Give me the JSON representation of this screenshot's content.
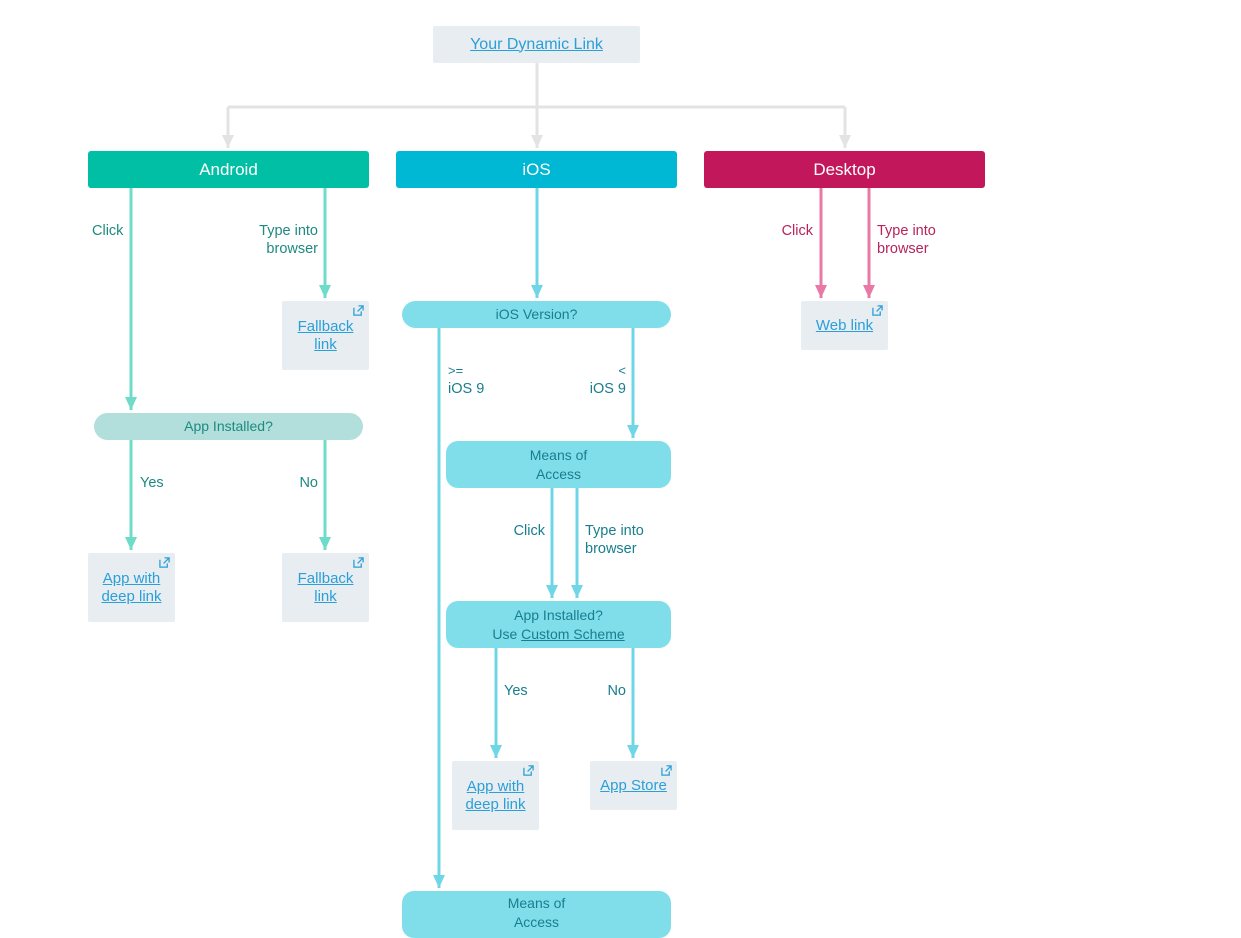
{
  "root": {
    "label": "Your Dynamic Link"
  },
  "platforms": {
    "android": {
      "label": "Android",
      "color": "#00bfa5"
    },
    "ios": {
      "label": "iOS",
      "color": "#00b7d4"
    },
    "desktop": {
      "label": "Desktop",
      "color": "#c2185b"
    }
  },
  "android": {
    "edge_click": "Click",
    "edge_type_1": "Type into",
    "edge_type_2": "browser",
    "fallback_1": "Fallback",
    "fallback_2": "link",
    "app_installed": "App Installed?",
    "edge_yes": "Yes",
    "edge_no": "No",
    "app_deep_1": "App with",
    "app_deep_2": "deep link",
    "fallback_b_1": "Fallback",
    "fallback_b_2": "link"
  },
  "ios": {
    "version": "iOS Version?",
    "ge_1": ">=",
    "ge_2": "iOS 9",
    "lt_1": "<",
    "lt_2": "iOS 9",
    "means_1": "Means of",
    "means_2": "Access",
    "edge_click": "Click",
    "edge_type_1": "Type into",
    "edge_type_2": "browser",
    "installed_1": "App Installed?",
    "installed_use": "Use",
    "installed_scheme": "Custom Scheme",
    "edge_yes": "Yes",
    "edge_no": "No",
    "app_deep_1": "App with",
    "app_deep_2": "deep link",
    "app_store": "App Store",
    "means_b_1": "Means of",
    "means_b_2": "Access"
  },
  "desktop": {
    "edge_click": "Click",
    "edge_type_1": "Type into",
    "edge_type_2": "browser",
    "web_link": "Web link"
  },
  "colors": {
    "gray_line": "#e3e3e3",
    "teal_line": "#6edcc9",
    "ios_line": "#6fd6e6",
    "pink_line": "#e879a6",
    "teal_pill": "#b2dfdb",
    "ios_pill": "#80deea"
  }
}
